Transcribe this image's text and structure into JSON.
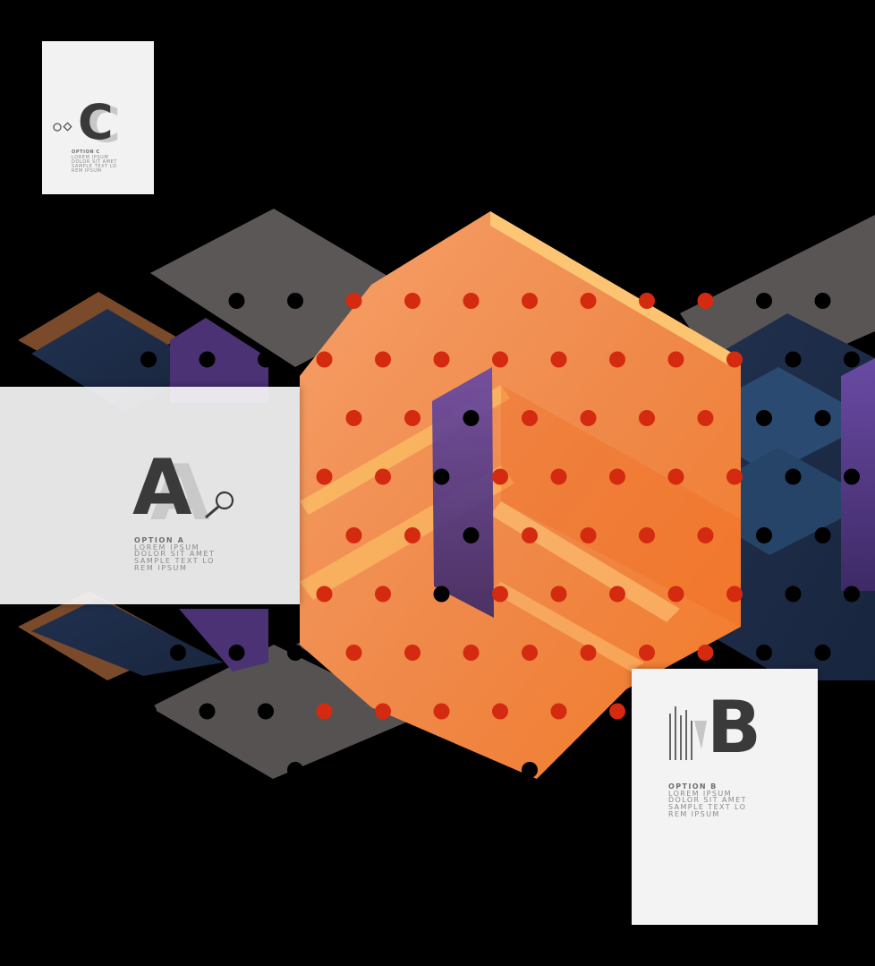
{
  "colors": {
    "background": "#000000",
    "orange": "#f08a4b",
    "gray": "#5a5656",
    "navy": "#1f3550",
    "purple": "#5e3c8c",
    "dot": "#d32a10",
    "dot_dark": "#000000",
    "card": "#f3f3f3",
    "letter": "#3a3a3a"
  },
  "cards": {
    "c": {
      "letter": "C",
      "option": "OPTION C",
      "lines": "LOREM IPSUM\nDOLOR SIT AMET\nSAMPLE TEXT LO\nREM IPSUM",
      "icon": "circle-diamond-icon"
    },
    "a": {
      "letter": "A",
      "option": "OPTION A",
      "lines": "LOREM IPSUM\nDOLOR SIT AMET\nSAMPLE TEXT LO\nREM IPSUM",
      "icon": "magnifier-icon"
    },
    "b": {
      "letter": "B",
      "option": "OPTION B",
      "lines": "LOREM IPSUM\nDOLOR SIT AMET\nSAMPLE TEXT LO\nREM IPSUM",
      "icon": "vertical-bars-icon"
    }
  }
}
